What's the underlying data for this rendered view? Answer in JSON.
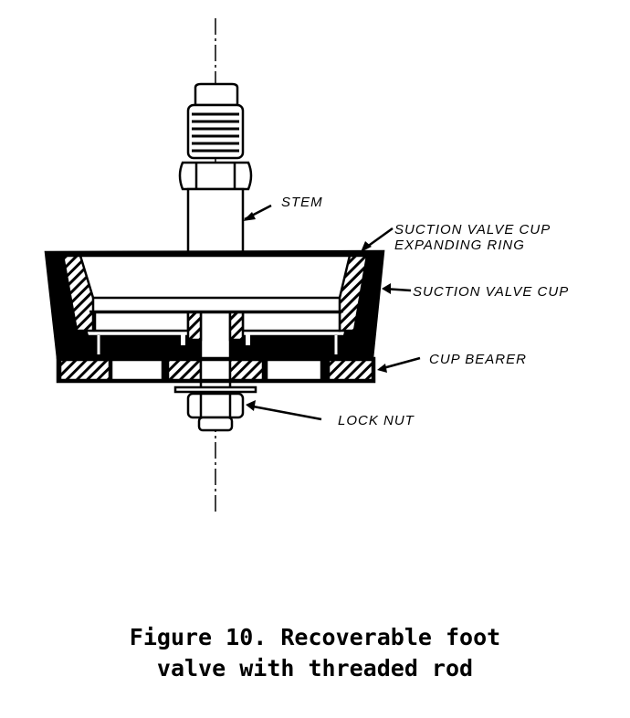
{
  "labels": {
    "stem": "STEM",
    "expanding_ring_1": "SUCTION VALVE CUP",
    "expanding_ring_2": "EXPANDING RING",
    "cup": "SUCTION VALVE CUP",
    "cup_bearer": "CUP BEARER",
    "lock_nut": "LOCK NUT"
  },
  "caption": {
    "line1": "Figure 10. Recoverable foot",
    "line2": "valve with threaded rod"
  }
}
